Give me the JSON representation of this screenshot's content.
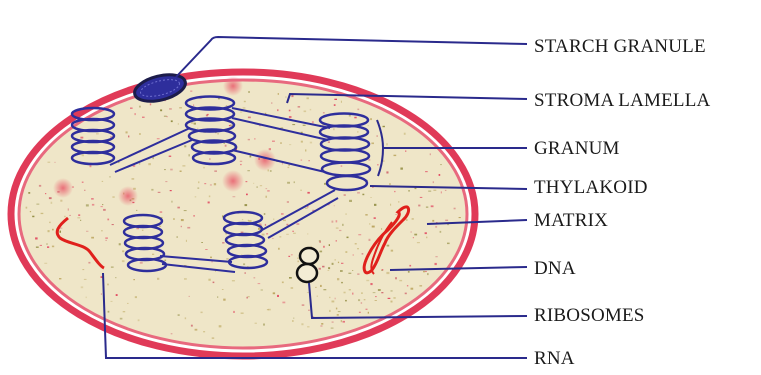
{
  "labels": {
    "starch_granule": "STARCH GRANULE",
    "stroma_lamella": "STROMA LAMELLA",
    "granum": "GRANUM",
    "thylakoid": "THYLAKOID",
    "matrix": "MATRIX",
    "dna": "DNA",
    "ribosomes": "RIBOSOMES",
    "rna": "RNA"
  },
  "colors": {
    "envelope": "#e03a58",
    "thylakoid": "#2e2e9c",
    "leader_line": "#2a2a8c",
    "stroma_fill": "#efe6c8",
    "dna": "#e0201c",
    "starch": "#1c1c4a",
    "label_text": "#1a1a1a"
  }
}
